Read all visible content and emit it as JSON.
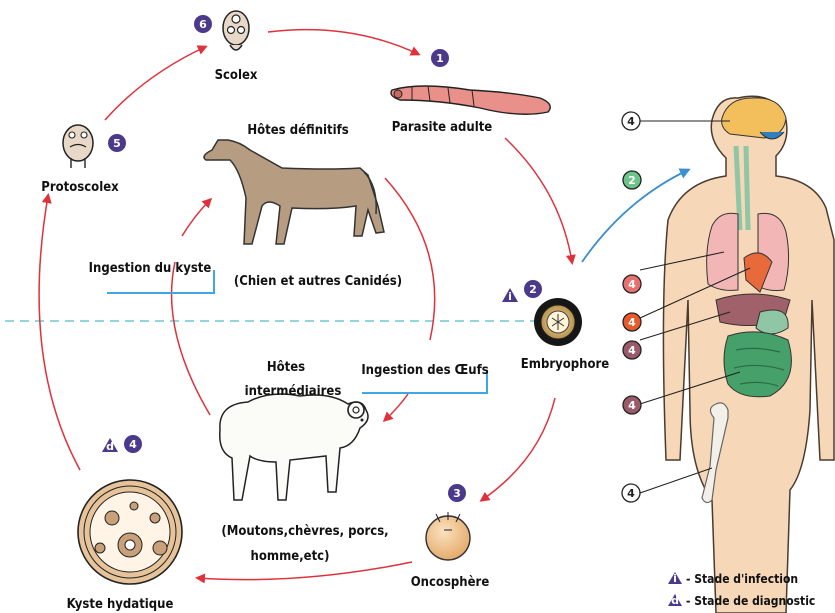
{
  "labels": {
    "scolex": "Scolex",
    "parasite_adulte": "Parasite adulte",
    "protoscolex": "Protoscolex",
    "hotes_definitifs": "Hôtes   définitifs",
    "chien": "(Chien et autres Canidés)",
    "ingestion_kyste": "Ingestion du kyste",
    "ingestion_oeufs": "Ingestion des Œufs",
    "embryophore": "Embryophore",
    "hotes_inter_1": "Hôtes",
    "hotes_inter_2": "intermédiaires",
    "moutons_1": "(Moutons,chèvres, porcs,",
    "moutons_2": "homme,etc)",
    "oncosphere": "Oncosphère",
    "kyste": "Kyste hydatique"
  },
  "stage_numbers": {
    "s1": "1",
    "s2": "2",
    "s3": "3",
    "s4": "4",
    "s5": "5",
    "s6": "6"
  },
  "human_numbers": {
    "brain": "4",
    "infection": "2",
    "lung": "4",
    "heart": "4",
    "liver": "4",
    "intestine": "4",
    "bone": "4"
  },
  "legend": {
    "infection_letter": "i",
    "infection_label": "- Stade d'infection",
    "diagnostic_letter": "d",
    "diagnostic_label": "- Stade de diagnostic"
  },
  "colors": {
    "cycle_arrow": "#e0303a",
    "human_arrow": "#3a8fd0",
    "divider": "#6fc7cf",
    "stage_circle": "#4b3a8c",
    "ingestion_bar": "#3fa7e0"
  }
}
